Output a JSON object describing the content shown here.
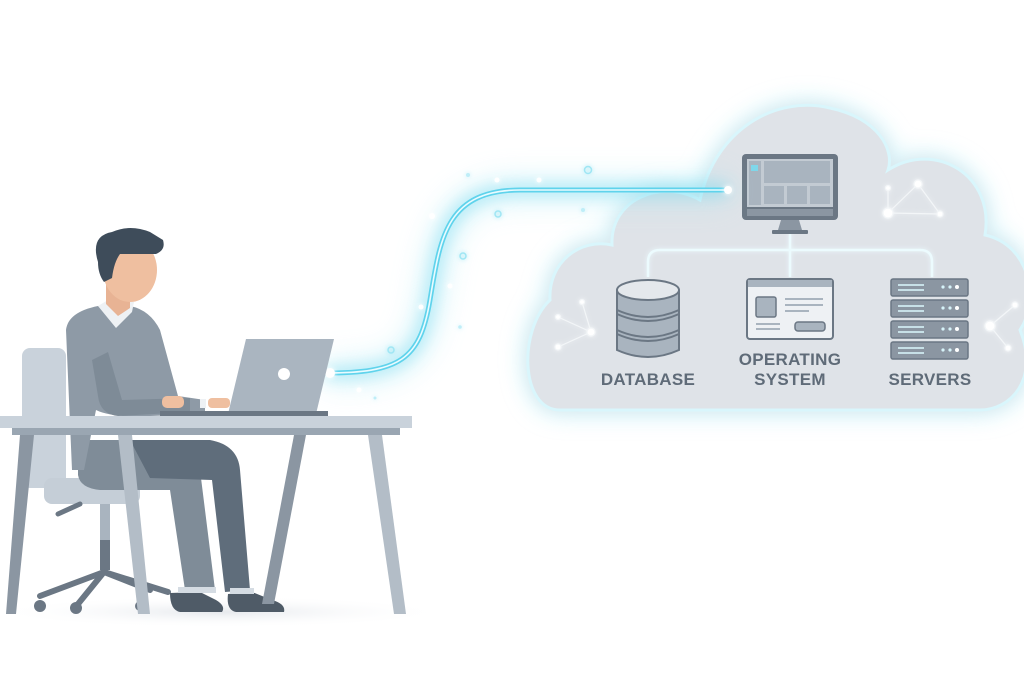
{
  "scene": {
    "title": "User connected to cloud services",
    "cloud": {
      "components": [
        {
          "id": "monitor",
          "icon": "desktop-monitor-icon"
        },
        {
          "id": "database",
          "label": "DATABASE",
          "icon": "database-icon"
        },
        {
          "id": "os",
          "label_line1": "OPERATING",
          "label_line2": "SYSTEM",
          "icon": "browser-window-icon"
        },
        {
          "id": "servers",
          "label": "SERVERS",
          "icon": "server-rack-icon"
        }
      ]
    },
    "person": {
      "activity": "typing on laptop at desk",
      "icon": "person-at-desk"
    },
    "connection": {
      "type": "glowing data stream",
      "color": "#5fd3ec"
    }
  },
  "colors": {
    "background": "#ffffff",
    "cloud_fill": "#dfe3e8",
    "cloud_glow": "#8fe2f2",
    "icon_stroke": "#6b7784",
    "icon_fill": "#a9b4bf",
    "label_text": "#5f6b78",
    "skin": "#efbfa0",
    "hair": "#3e4c5a",
    "sweater": "#8e9aa6",
    "pants": "#5f6d7b",
    "desk": "#c5ced7"
  }
}
